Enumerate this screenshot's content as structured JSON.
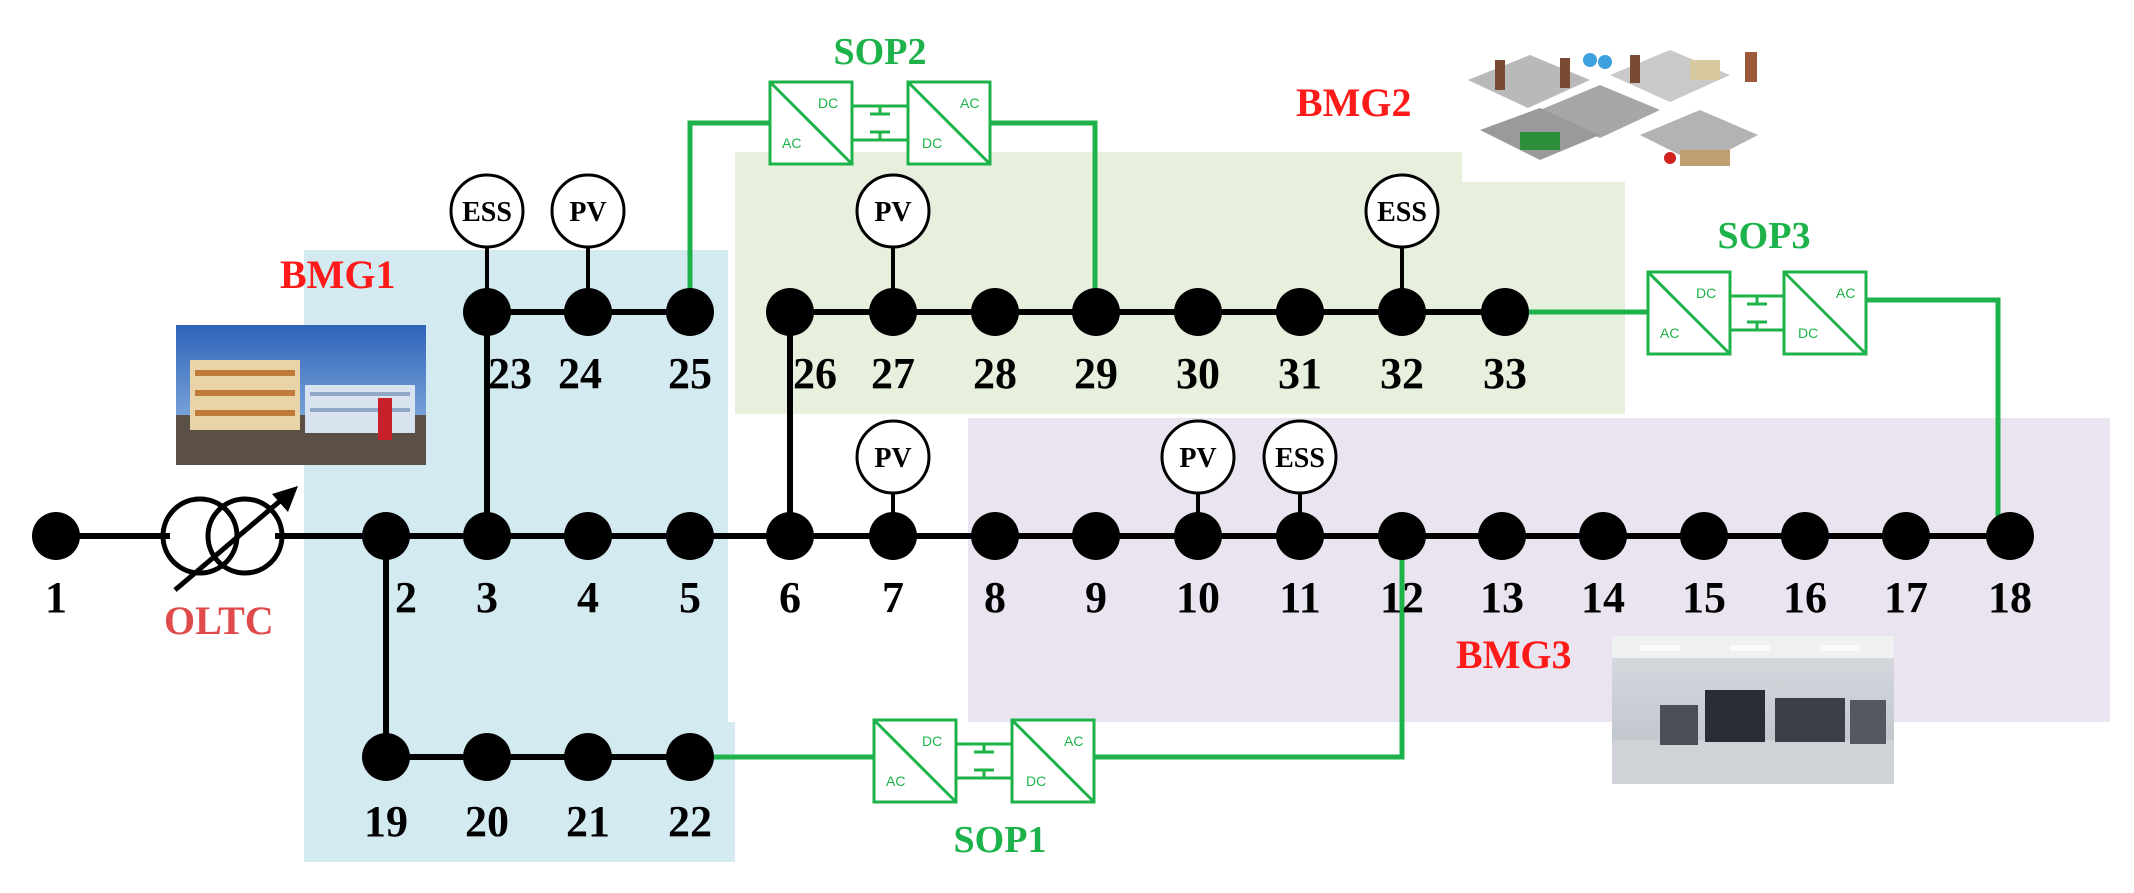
{
  "colors": {
    "bmg1": "#d3eaf1",
    "bmg2": "#e6f0dc",
    "bmg3": "#e9e4ef",
    "sop": "#1db34a",
    "bmg_text": "#ff1a1a",
    "oltc_text": "#e04a4a"
  },
  "bus_labels": {
    "b1": "1",
    "b2": "2",
    "b3": "3",
    "b4": "4",
    "b5": "5",
    "b6": "6",
    "b7": "7",
    "b8": "8",
    "b9": "9",
    "b10": "10",
    "b11": "11",
    "b12": "12",
    "b13": "13",
    "b14": "14",
    "b15": "15",
    "b16": "16",
    "b17": "17",
    "b18": "18",
    "b19": "19",
    "b20": "20",
    "b21": "21",
    "b22": "22",
    "b23": "23",
    "b24": "24",
    "b25": "25",
    "b26": "26",
    "b27": "27",
    "b28": "28",
    "b29": "29",
    "b30": "30",
    "b31": "31",
    "b32": "32",
    "b33": "33"
  },
  "regions": {
    "bmg1": "BMG1",
    "bmg2": "BMG2",
    "bmg3": "BMG3"
  },
  "sops": {
    "sop1": "SOP1",
    "sop2": "SOP2",
    "sop3": "SOP3"
  },
  "transformer": "OLTC",
  "devices": {
    "ess": "ESS",
    "pv": "PV"
  },
  "converter": {
    "dc": "DC",
    "ac": "AC"
  },
  "images": {
    "bmg1_photo": "commercial-building-photo",
    "bmg2_photo": "industrial-factory-illustration",
    "bmg3_photo": "laboratory-equipment-photo"
  }
}
